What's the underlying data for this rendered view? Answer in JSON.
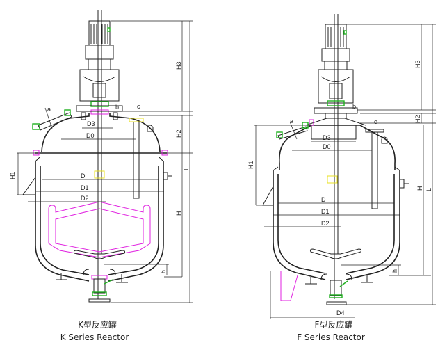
{
  "reactors": [
    {
      "caption_cn": "K型反应罐",
      "caption_en": "K Series Reactor",
      "labels": {
        "a": "a",
        "b": "b",
        "c": "c",
        "D3": "D3",
        "D0": "D0",
        "D": "D",
        "D1": "D1",
        "D2": "D2",
        "H1": "H1",
        "H2": "H2",
        "H3": "H3",
        "H": "H",
        "L": "L",
        "h": "h"
      }
    },
    {
      "caption_cn": "F型反应罐",
      "caption_en": "F Series Reactor",
      "labels": {
        "a": "a",
        "b": "b",
        "c": "c",
        "D3": "D3",
        "D0": "D0",
        "D": "D",
        "D1": "D1",
        "D2": "D2",
        "H1": "H1",
        "H2": "H2",
        "H3": "H3",
        "H": "H",
        "L": "L",
        "h": "h",
        "D4": "D4"
      }
    }
  ],
  "colors": {
    "line": "#222222",
    "jacket_coil": "#e020e0",
    "gasket": "#20b020",
    "sight": "#e8e020"
  }
}
